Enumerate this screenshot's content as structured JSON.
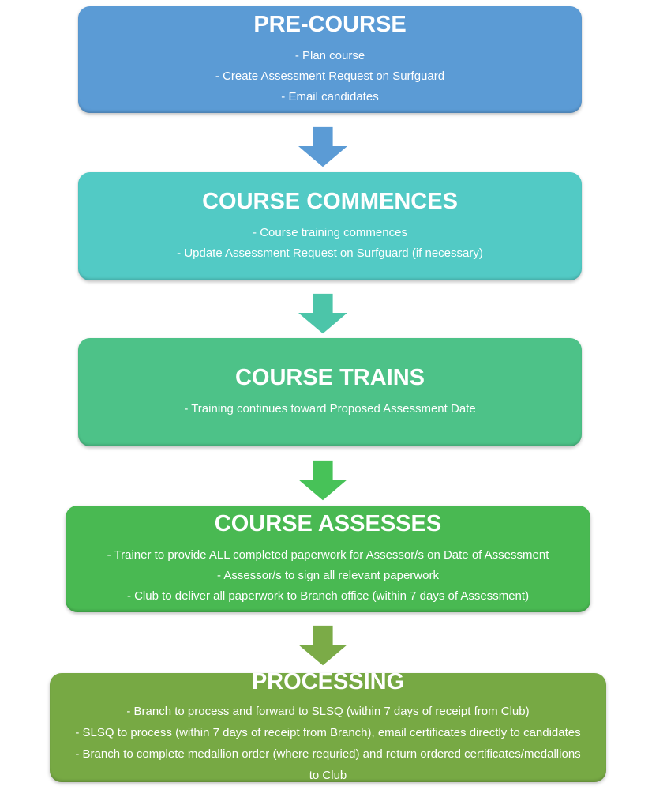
{
  "flow": {
    "steps": [
      {
        "title": "PRE-COURSE",
        "bg": "#5B9BD5",
        "items": [
          "- Plan course",
          "- Create Assessment Request on Surfguard",
          "- Email candidates"
        ]
      },
      {
        "title": "COURSE COMMENCES",
        "bg": "#52CAC5",
        "items": [
          "- Course training commences",
          "- Update Assessment Request on Surfguard (if necessary)"
        ]
      },
      {
        "title": "COURSE TRAINS",
        "bg": "#4DC288",
        "items": [
          "- Training continues toward Proposed Assessment Date"
        ]
      },
      {
        "title": "COURSE ASSESSES",
        "bg": "#49B952",
        "items": [
          "- Trainer to provide ALL completed paperwork for Assessor/s on Date of Assessment",
          "- Assessor/s to sign all relevant paperwork",
          "- Club to deliver all paperwork to Branch office (within 7 days of Assessment)"
        ]
      },
      {
        "title": "PROCESSING",
        "bg": "#77A944",
        "items": [
          "- Branch to process and forward to SLSQ (within 7 days of receipt from Club)",
          "- SLSQ to process (within 7 days of receipt from Branch), email certificates directly to candidates",
          "- Branch to complete medallion order (where requried) and return ordered certificates/medallions to Club"
        ]
      }
    ],
    "arrows": [
      {
        "color": "#5B9BD5"
      },
      {
        "color": "#4CC5A9"
      },
      {
        "color": "#47C258"
      },
      {
        "color": "#7BAB47"
      }
    ]
  }
}
